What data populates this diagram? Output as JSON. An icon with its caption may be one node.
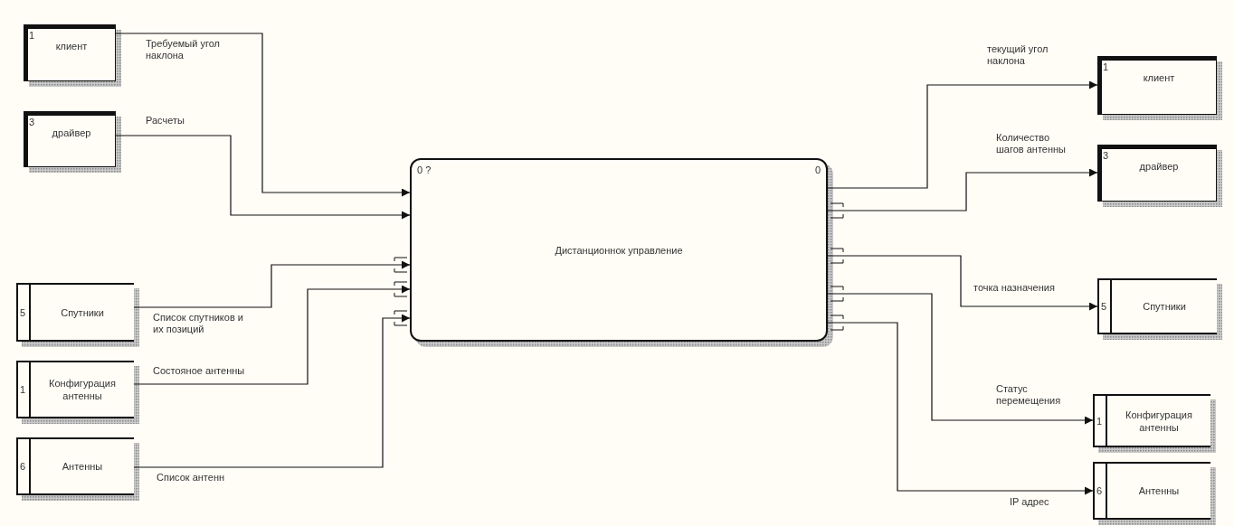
{
  "diagram": {
    "nodes": [
      {
        "text": [
          "1",
          "клиент"
        ]
      },
      {
        "text": [
          "3",
          "драйвер"
        ]
      },
      {
        "text": [
          "5",
          "Спутники"
        ]
      },
      {
        "text": [
          "1",
          "Конфигурация антенны"
        ]
      },
      {
        "text": [
          "6",
          "Антенны"
        ]
      },
      {
        "text": [
          "0 ?",
          "Дистанционнок управление",
          "0"
        ]
      },
      {
        "text": [
          "1",
          "клиент"
        ]
      },
      {
        "text": [
          "3",
          "драйвер"
        ]
      },
      {
        "text": [
          "5",
          "Спутники"
        ]
      },
      {
        "text": [
          "1",
          "Конфигурация антенны"
        ]
      },
      {
        "text": [
          "6",
          "Антенны"
        ]
      }
    ],
    "edges": [
      {
        "from": 0,
        "to": 5,
        "arrow": "to",
        "label": "Требуемый угол наклона"
      },
      {
        "from": 1,
        "to": 5,
        "arrow": "to",
        "label": "Расчеты"
      },
      {
        "from": 2,
        "to": 5,
        "arrow": "to",
        "label": "Список спутников и их позиций"
      },
      {
        "from": 3,
        "to": 5,
        "arrow": "to",
        "label": "Состояное антенны"
      },
      {
        "from": 4,
        "to": 5,
        "arrow": "to",
        "label": "Список антенн"
      },
      {
        "from": 5,
        "to": 6,
        "arrow": "to",
        "label": "текущий угол наклона"
      },
      {
        "from": 5,
        "to": 7,
        "arrow": "to",
        "label": "Количество шагов антенны"
      },
      {
        "from": 5,
        "to": 8,
        "arrow": "to",
        "label": "точка назначения"
      },
      {
        "from": 5,
        "to": 9,
        "arrow": "to",
        "label": "Статус перемещения"
      },
      {
        "from": 5,
        "to": 10,
        "arrow": "to",
        "label": "IP адрес"
      }
    ]
  }
}
